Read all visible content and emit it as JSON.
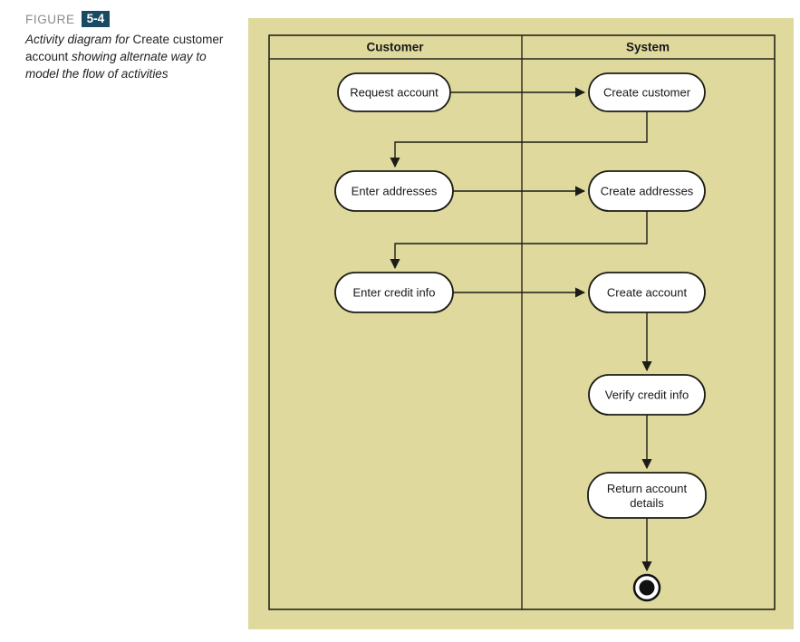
{
  "figure_caption": {
    "figure_label": "FIGURE",
    "figure_number": "5-4",
    "number_box_color": "#1a4a63",
    "caption_full": "Activity diagram for Create customer account showing alternate way to model the flow of activities",
    "caption_segments": [
      {
        "text": "Activity diagram for ",
        "style": "italic"
      },
      {
        "text": "Create customer account ",
        "style": "roman"
      },
      {
        "text": "showing alternate way to model the flow of activities",
        "style": "italic"
      }
    ]
  },
  "diagram": {
    "type": "uml-activity-swimlane",
    "panel_color": "#dfd99d",
    "node_fill": "#ffffff",
    "line_color": "#1c1c16",
    "lanes": [
      {
        "label": "Customer"
      },
      {
        "label": "System"
      }
    ],
    "nodes": [
      {
        "id": "request-account",
        "lane": "Customer",
        "label": "Request account"
      },
      {
        "id": "create-customer",
        "lane": "System",
        "label": "Create customer"
      },
      {
        "id": "enter-addresses",
        "lane": "Customer",
        "label": "Enter addresses"
      },
      {
        "id": "create-addresses",
        "lane": "System",
        "label": "Create addresses"
      },
      {
        "id": "enter-credit-info",
        "lane": "Customer",
        "label": "Enter credit info"
      },
      {
        "id": "create-account",
        "lane": "System",
        "label": "Create account"
      },
      {
        "id": "verify-credit-info",
        "lane": "System",
        "label": "Verify credit info"
      },
      {
        "id": "return-account-details",
        "lane": "System",
        "label": "Return account details",
        "label_lines": [
          "Return account",
          "details"
        ]
      }
    ],
    "final_node": {
      "id": "activity-final",
      "type": "activity-final",
      "lane": "System"
    },
    "edges": [
      {
        "from": "request-account",
        "to": "create-customer"
      },
      {
        "from": "create-customer",
        "to": "enter-addresses"
      },
      {
        "from": "enter-addresses",
        "to": "create-addresses"
      },
      {
        "from": "create-addresses",
        "to": "enter-credit-info"
      },
      {
        "from": "enter-credit-info",
        "to": "create-account"
      },
      {
        "from": "create-account",
        "to": "verify-credit-info"
      },
      {
        "from": "verify-credit-info",
        "to": "return-account-details"
      },
      {
        "from": "return-account-details",
        "to": "activity-final"
      }
    ]
  }
}
